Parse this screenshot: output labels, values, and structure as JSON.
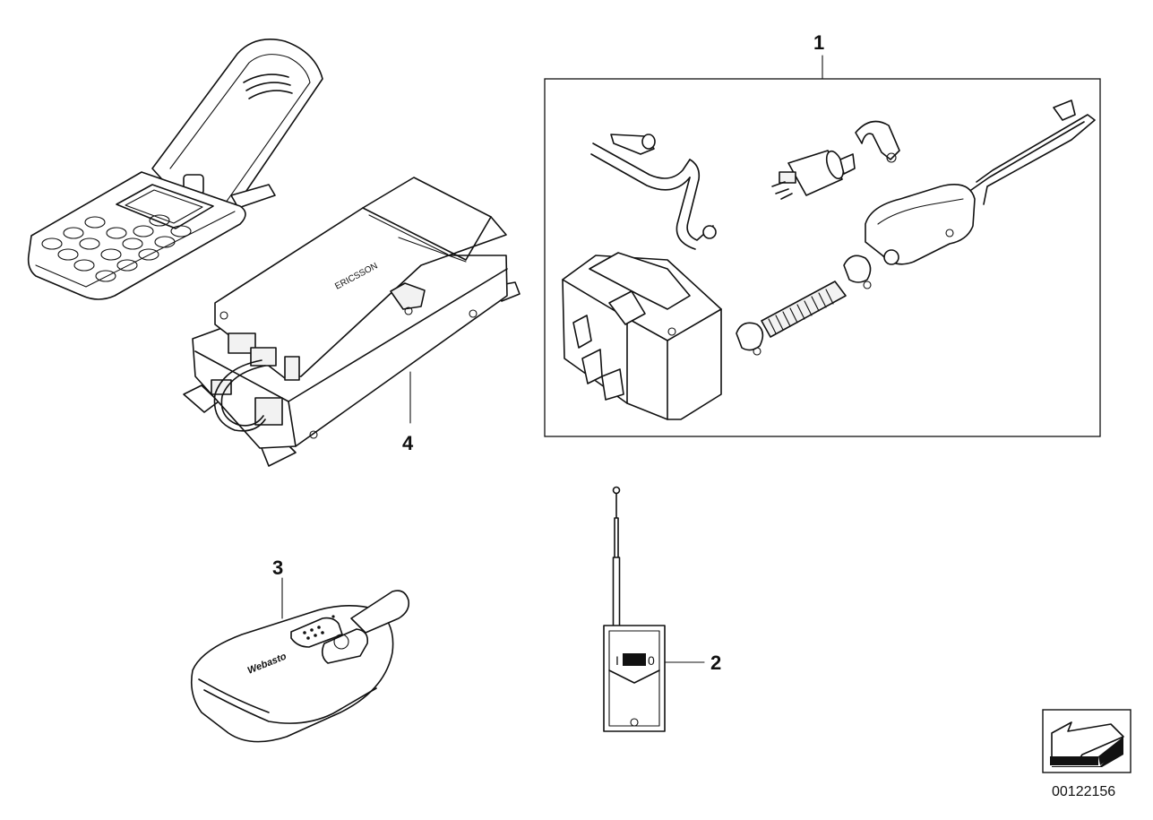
{
  "callouts": {
    "kit": "1",
    "transmitter": "2",
    "key_fob": "3",
    "phone_module": "4"
  },
  "labels": {
    "module_brand": "ERICSSON",
    "fob_brand": "Webasto",
    "switch_on": "I",
    "switch_off": "0"
  },
  "diagram_id": "00122156",
  "colors": {
    "line": "#111111",
    "background": "#ffffff"
  }
}
